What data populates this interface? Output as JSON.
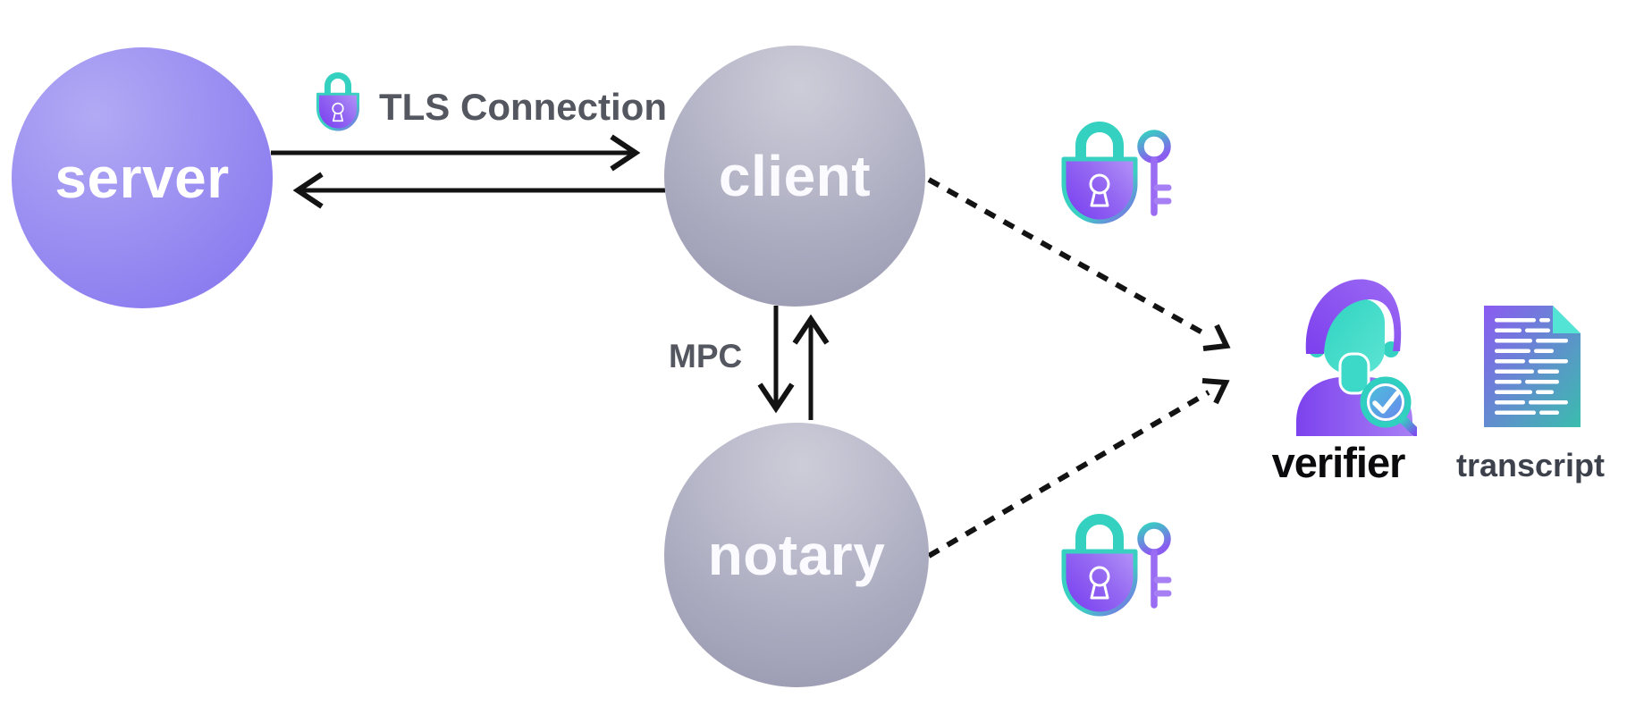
{
  "diagram": {
    "nodes": {
      "server": {
        "label": "server"
      },
      "client": {
        "label": "client"
      },
      "notary": {
        "label": "notary"
      },
      "verifier": {
        "label": "verifier"
      },
      "transcript": {
        "label": "transcript"
      }
    },
    "edges": {
      "server_client": {
        "label": "TLS Connection"
      },
      "client_notary": {
        "label": "MPC"
      }
    }
  },
  "icons": {
    "tls_lock": "lock-icon",
    "client_to_verifier": "lock-and-key-icon",
    "notary_to_verifier": "lock-and-key-icon",
    "verifier": "person-magnifier-check-icon",
    "transcript": "document-icon"
  },
  "colors": {
    "background": "#ffffff",
    "server-fill": "#9488f0",
    "node-fill": "#a6a6bc",
    "node-label": "#ffffff",
    "teal": "#38d2c1",
    "purple": "#7c46ee",
    "arrow": "#131313",
    "edge-label": "#54575f",
    "verifier-label": "#0b0b0d",
    "transcript-label": "#3d414b"
  }
}
